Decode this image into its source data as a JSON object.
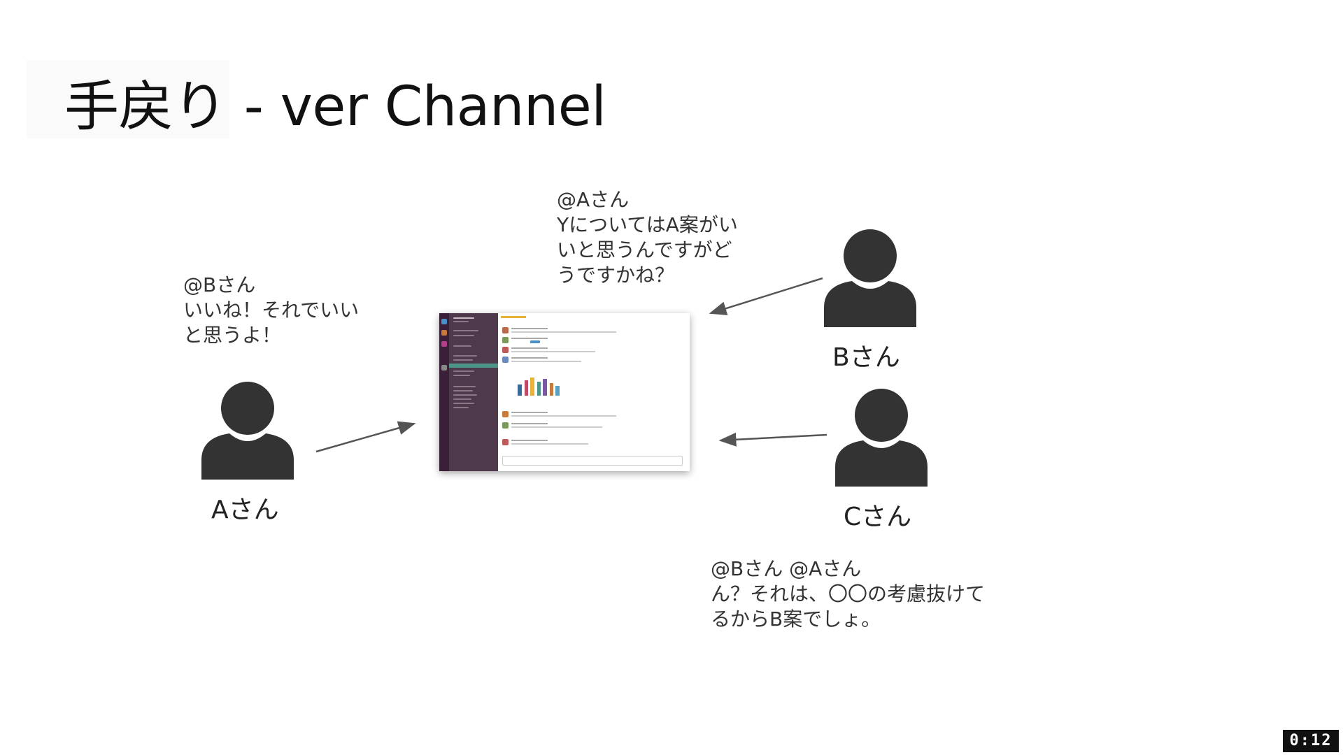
{
  "title": "手戻り - ver Channel",
  "people": {
    "a": {
      "name": "Aさん",
      "message": "@Bさん\nいいね！それでいい\nと思うよ！"
    },
    "b": {
      "name": "Bさん",
      "message": "@Aさん\nYについてはA案がい\nいと思うんですがど\nうですかね？"
    },
    "c": {
      "name": "Cさん",
      "message": "@Bさん @Aさん\nん？それは、〇〇の考慮抜けて\nるからB案でしょ。"
    }
  },
  "timer": "0:12",
  "colors": {
    "person": "#333333",
    "arrow": "#555555",
    "slack_sidebar": "#4d394b",
    "slack_rail": "#3a1f38",
    "slack_highlight": "#4c9689"
  },
  "icons": [
    "person-icon",
    "arrow",
    "slack-window-screenshot"
  ]
}
